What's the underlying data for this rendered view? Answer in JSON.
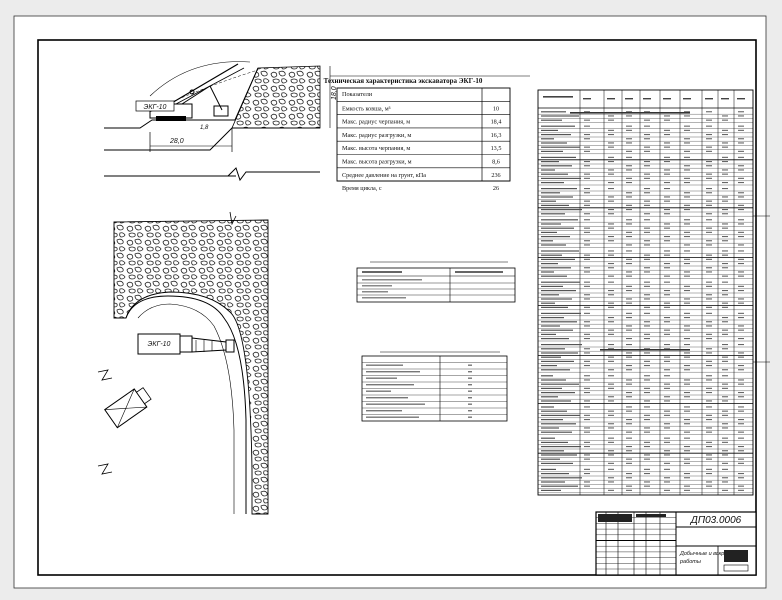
{
  "drawing": {
    "excavator_model_label": "ЭКГ-10",
    "excavator_model_label_plan": "ЭКГ-10",
    "dim_bench_height": "18,0",
    "dim_bench_width": "28,0",
    "dim_angle_mark": "1,8"
  },
  "tech_table": {
    "title": "Техническая характеристика экскаватора ЭКГ-10",
    "header": "Показатели",
    "rows": [
      {
        "label": "Емкость ковша, м³",
        "value": "10"
      },
      {
        "label": "Макс. радиус черпания, м",
        "value": "18,4"
      },
      {
        "label": "Макс. радиус разгрузки, м",
        "value": "16,3"
      },
      {
        "label": "Макс. высота черпания, м",
        "value": "13,5"
      },
      {
        "label": "Макс. высота разгрузки, м",
        "value": "8,6"
      },
      {
        "label": "Среднее давление на грунт, кПа",
        "value": "236"
      },
      {
        "label": "Время цикла, с",
        "value": "26"
      }
    ]
  },
  "title_block": {
    "code": "ДП03.0006",
    "subtitle_line1": "Добычные и вскрышные",
    "subtitle_line2": "работы"
  }
}
